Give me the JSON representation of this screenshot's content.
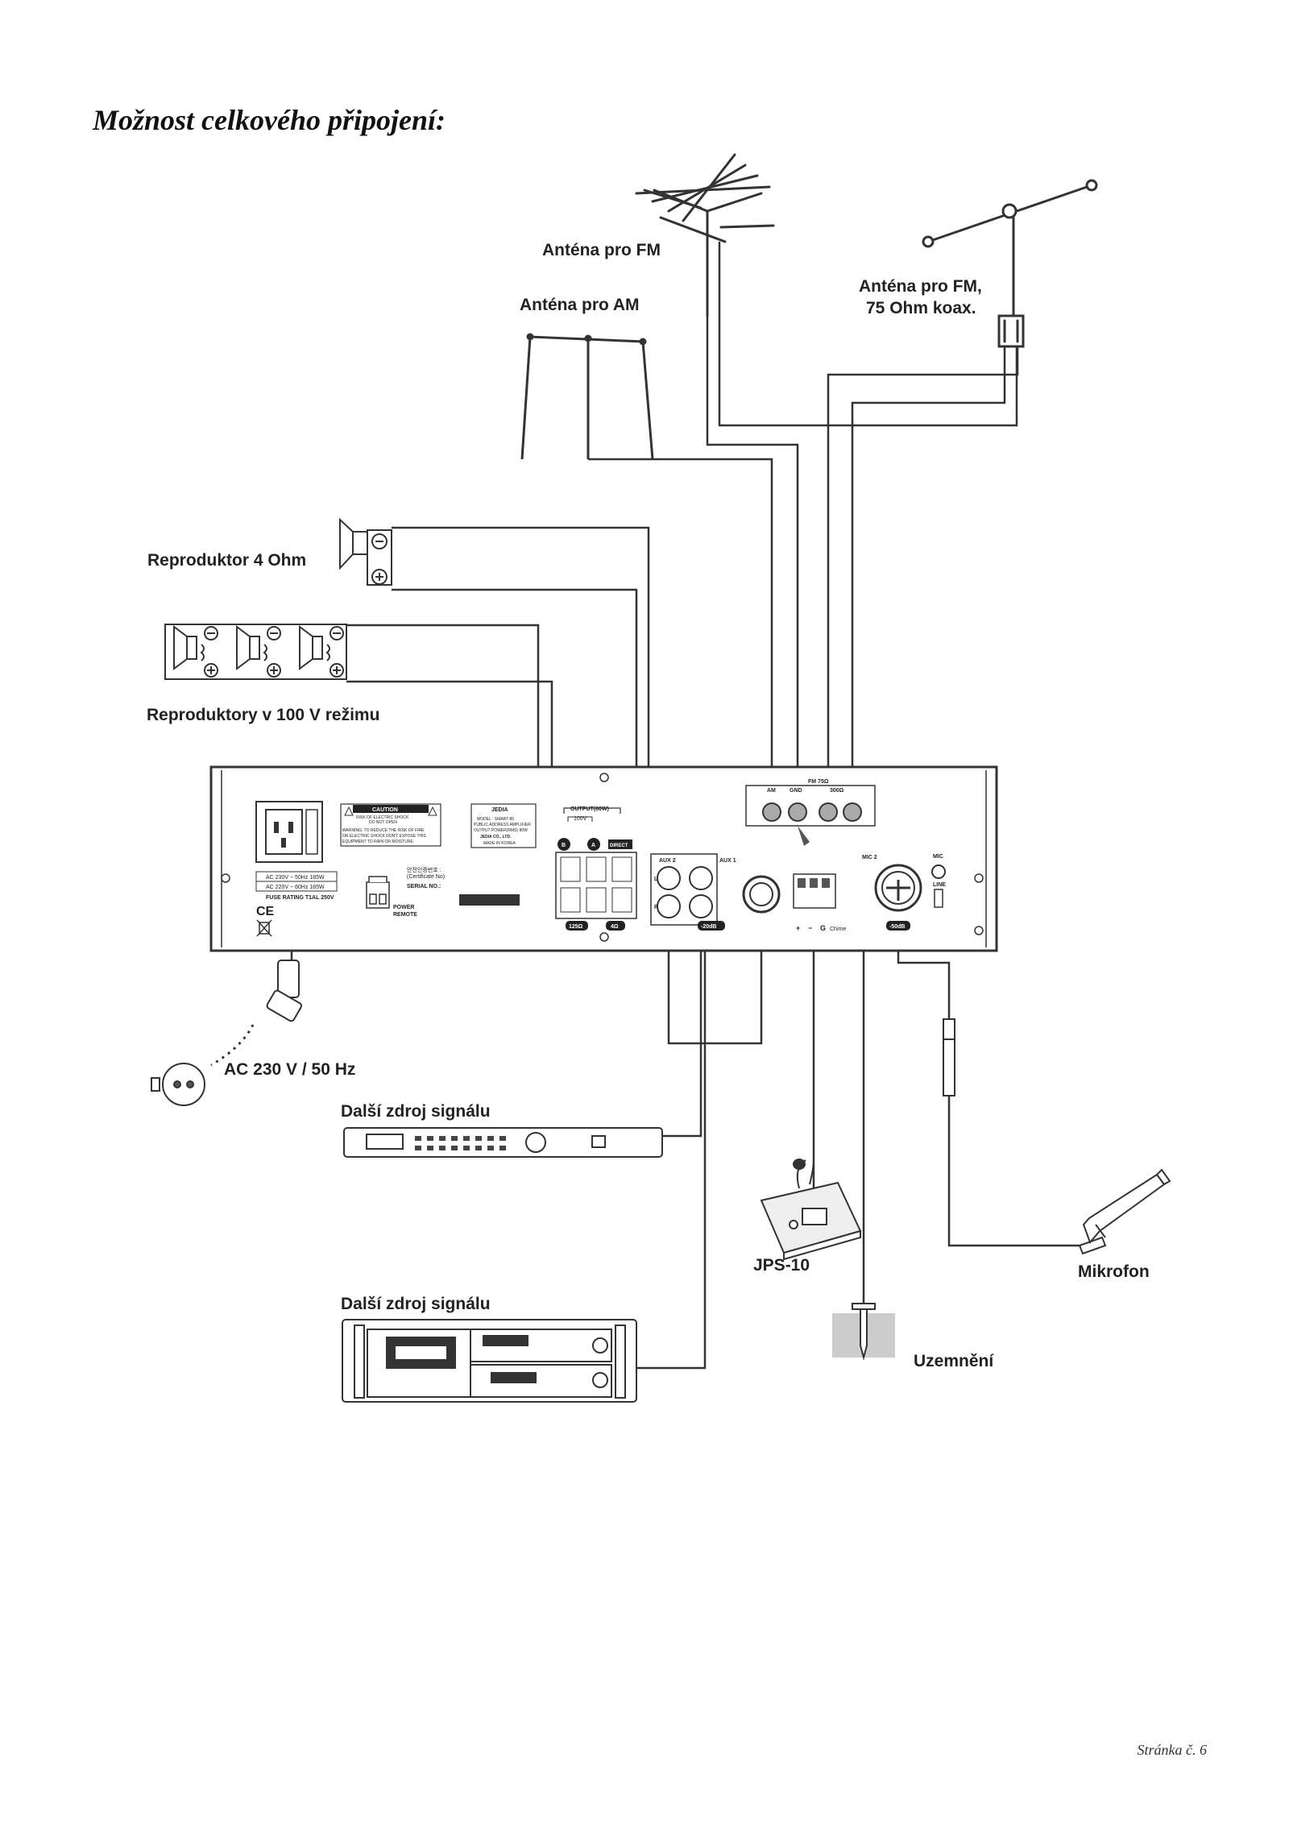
{
  "title": "Možnost celkového připojení:",
  "labels": {
    "fm_antenna": "Anténa pro FM",
    "am_antenna": "Anténa pro AM",
    "fm_coax_antenna_line1": "Anténa pro FM,",
    "fm_coax_antenna_line2": "75 Ohm koax.",
    "speaker_4ohm": "Reproduktor 4 Ohm",
    "speakers_100v": "Reproduktory v 100 V režimu",
    "mains": "AC 230 V / 50 Hz",
    "source1": "Další zdroj signálu",
    "source2": "Další zdroj signálu",
    "paging_mic": "JPS-10",
    "ground": "Uzemnění",
    "microphone": "Mikrofon"
  },
  "panel": {
    "caution": "CAUTION",
    "caution_line1": "RISK OF ELECTRIC SHOCK",
    "caution_line2": "DO NOT OPEN",
    "warning_line1": "WARNING: TO REDUCE THE RISK OF FIRE",
    "warning_line2": "OR ELECTRIC SHOCK DON'T EXPOSE THIS",
    "warning_line3": "EQUIPMENT TO RAIN OR MOISTURE",
    "brand": "JEDIA",
    "model_line1": "MODEL : SMART-80",
    "model_line2": "PUBLIC ADDRESS AMPLIFIER",
    "model_line3": "OUTPUT POWER(RMS) 80W",
    "model_line4": "JEDIA CO., LTD.",
    "model_line5": "MADE IN KOREA",
    "ac_rating_1": "AC 230V ~ 50Hz 185W",
    "ac_rating_2": "AC 220V ~ 60Hz 185W",
    "fuse": "FUSE RATING T1AL 250V",
    "cert_line1": "안전인증번호 :",
    "cert_line2": "(Certificate No)",
    "serial": "SERIAL NO.:",
    "power_remote_1": "POWER",
    "power_remote_2": "REMOTE",
    "output_label": "OUTPUT(80W)",
    "out_100v": "100V",
    "out_b": "B",
    "out_a": "A",
    "out_direct": "DIRECT",
    "imp_125": "125Ω",
    "imp_4": "4Ω",
    "aux2": "AUX 2",
    "aux1": "AUX 1",
    "aux_l": "L",
    "aux_r": "R",
    "aux_level": "-20dB",
    "fm_label": "FM 75Ω",
    "am": "AM",
    "gnd": "GND",
    "fm_300": "300Ω",
    "mic2": "MIC 2",
    "mic_imp": "-50dB",
    "chime": "Chime",
    "plus": "+",
    "minus": "−",
    "g": "G",
    "mic": "MIC",
    "line": "LINE"
  },
  "page_number": "Stránka č. 6"
}
